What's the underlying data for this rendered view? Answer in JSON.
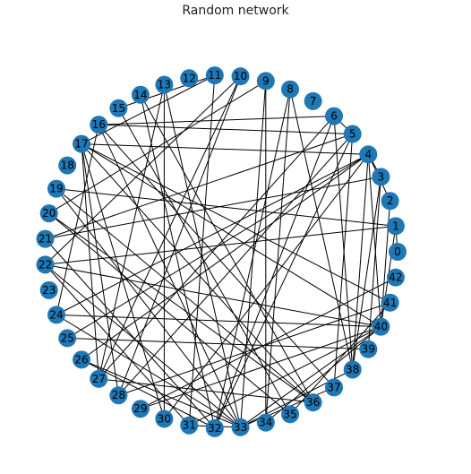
{
  "title": "Random network",
  "colors": {
    "node": "#1f77b4",
    "edge": "#000000",
    "label": "#000000"
  },
  "nodes": [
    "0",
    "1",
    "2",
    "3",
    "4",
    "5",
    "6",
    "7",
    "8",
    "9",
    "10",
    "11",
    "12",
    "13",
    "14",
    "15",
    "16",
    "17",
    "18",
    "19",
    "20",
    "21",
    "22",
    "23",
    "24",
    "25",
    "26",
    "27",
    "28",
    "29",
    "30",
    "31",
    "32",
    "33",
    "34",
    "35",
    "36",
    "37",
    "38",
    "39",
    "40",
    "41",
    "42"
  ],
  "edges": [
    [
      0,
      1
    ],
    [
      1,
      40
    ],
    [
      1,
      22
    ],
    [
      1,
      19
    ],
    [
      2,
      4
    ],
    [
      2,
      40
    ],
    [
      3,
      21
    ],
    [
      3,
      39
    ],
    [
      3,
      4
    ],
    [
      3,
      38
    ],
    [
      4,
      40
    ],
    [
      4,
      25
    ],
    [
      4,
      17
    ],
    [
      4,
      24
    ],
    [
      4,
      26
    ],
    [
      4,
      38
    ],
    [
      4,
      30
    ],
    [
      5,
      28
    ],
    [
      5,
      21
    ],
    [
      5,
      37
    ],
    [
      5,
      6
    ],
    [
      5,
      32
    ],
    [
      5,
      16
    ],
    [
      6,
      32
    ],
    [
      6,
      27
    ],
    [
      6,
      16
    ],
    [
      6,
      38
    ],
    [
      8,
      38
    ],
    [
      8,
      32
    ],
    [
      8,
      34
    ],
    [
      9,
      33
    ],
    [
      9,
      20
    ],
    [
      9,
      34
    ],
    [
      10,
      22
    ],
    [
      10,
      27
    ],
    [
      10,
      28
    ],
    [
      11,
      15
    ],
    [
      11,
      31
    ],
    [
      11,
      17
    ],
    [
      13,
      27
    ],
    [
      13,
      30
    ],
    [
      13,
      33
    ],
    [
      14,
      36
    ],
    [
      14,
      32
    ],
    [
      15,
      35
    ],
    [
      16,
      37
    ],
    [
      16,
      33
    ],
    [
      16,
      24
    ],
    [
      17,
      27
    ],
    [
      17,
      28
    ],
    [
      17,
      30
    ],
    [
      17,
      40
    ],
    [
      17,
      36
    ],
    [
      17,
      41
    ],
    [
      19,
      36
    ],
    [
      19,
      33
    ],
    [
      20,
      35
    ],
    [
      20,
      36
    ],
    [
      21,
      32
    ],
    [
      22,
      31
    ],
    [
      22,
      40
    ],
    [
      22,
      33
    ],
    [
      24,
      40
    ],
    [
      24,
      33
    ],
    [
      25,
      39
    ],
    [
      26,
      32
    ],
    [
      26,
      33
    ],
    [
      27,
      36
    ],
    [
      28,
      41
    ],
    [
      29,
      40
    ],
    [
      29,
      42
    ],
    [
      31,
      33
    ],
    [
      31,
      40
    ],
    [
      33,
      40
    ],
    [
      33,
      38
    ],
    [
      33,
      37
    ],
    [
      34,
      40
    ],
    [
      35,
      41
    ]
  ]
}
